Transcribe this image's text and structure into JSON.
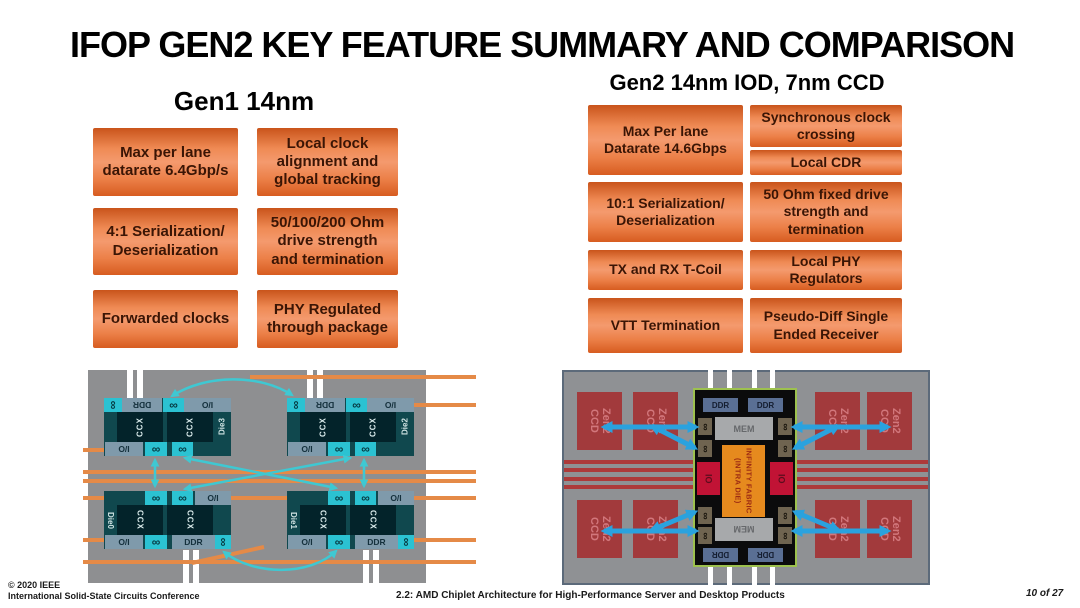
{
  "title": "IFOP GEN2 KEY FEATURE SUMMARY AND COMPARISON",
  "gen1": {
    "heading": "Gen1 14nm",
    "boxes": [
      "Max per lane datarate 6.4Gbp/s",
      "Local clock alignment and global tracking",
      "4:1 Serialization/ Deserialization",
      "50/100/200 Ohm drive strength and termination",
      "Forwarded clocks",
      "PHY Regulated through package"
    ]
  },
  "gen2": {
    "heading": "Gen2 14nm IOD, 7nm CCD",
    "boxes": {
      "max_datarate": "Max Per lane Datarate 14.6Gbps",
      "sync_clock": "Synchronous clock crossing",
      "local_cdr": "Local CDR",
      "serialization": "10:1 Serialization/ Deserialization",
      "drive": "50 Ohm fixed drive strength and termination",
      "tcoil": "TX and RX T-Coil",
      "phy_reg": "Local PHY Regulators",
      "vtt": "VTT Termination",
      "pseudo_diff": "Pseudo-Diff Single Ended Receiver"
    }
  },
  "glyphs": {
    "infinity": "∞"
  },
  "gen1_diagram": {
    "dies": {
      "tl": "Die3",
      "tr": "Die2",
      "bl": "Die0",
      "br": "Die1"
    },
    "ccx": "CCX",
    "io": "I/O",
    "ddr": "DDR"
  },
  "gen2_diagram": {
    "ccd_line1": "Zen2",
    "ccd_line2": "CCD",
    "iod": {
      "ddr": "DDR",
      "mem": "MEM",
      "io": "IO",
      "fabric_line1": "INFINITY FABRIC",
      "fabric_line2": "(INTRA DIE)"
    }
  },
  "footer": {
    "copyright": "© 2020 IEEE",
    "conference": "International Solid-State Circuits Conference",
    "session": "2.2: AMD Chiplet Architecture for High-Performance Server and Desktop Products",
    "page": "10 of 27"
  },
  "colors": {
    "feature_box_orange": "#ee8650",
    "gen1_die_teal": "#10484e",
    "gen1_link_cyan": "#2bc2d2",
    "gen1_trace_orange": "#e58a47",
    "gen2_arrow_blue": "#2aa2de",
    "gen2_ccd_red": "#a23a3c",
    "gen2_trace_red": "#ad3a3a",
    "iod_fabric_orange": "#e68a1e",
    "iod_io_red": "#c11335",
    "iod_border_green": "#9dc14e"
  }
}
